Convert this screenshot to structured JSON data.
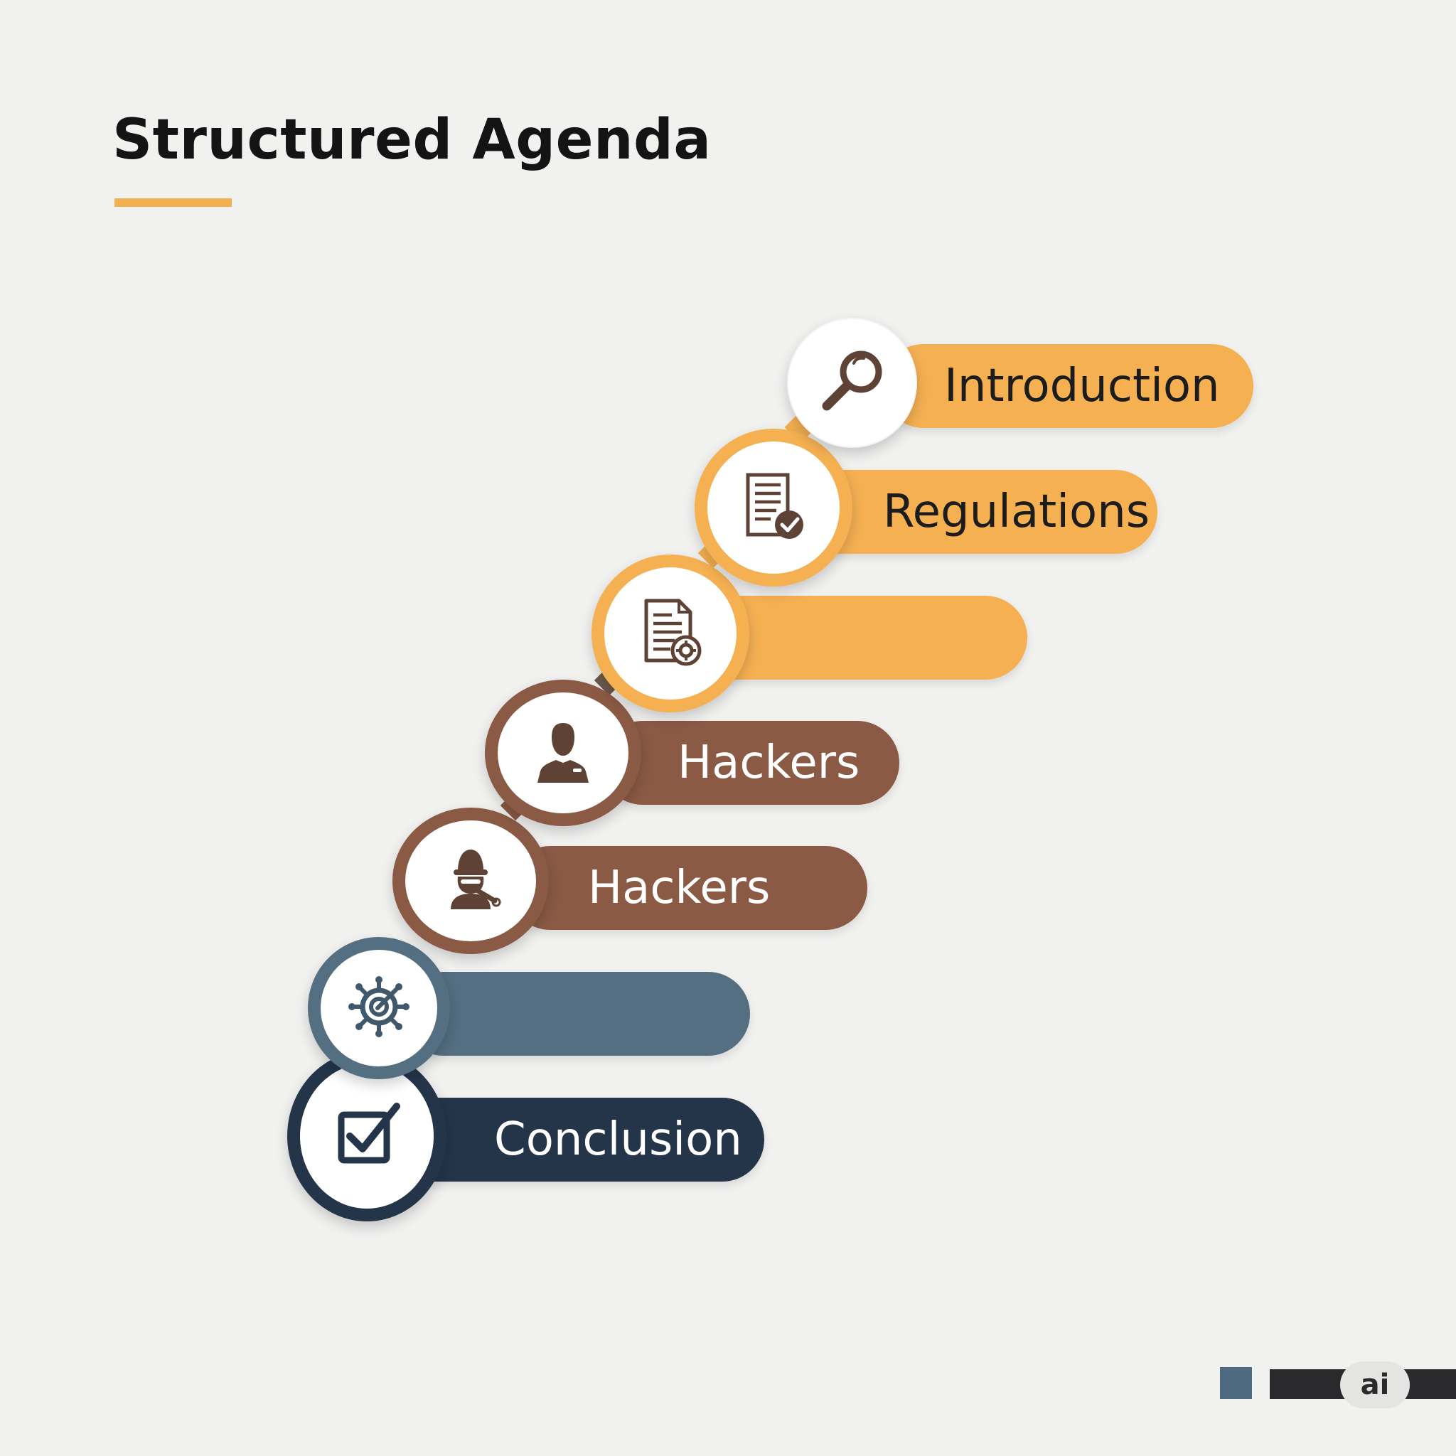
{
  "title": "Structured Agenda",
  "colors": {
    "orange": "#f5b052",
    "brown": "#8a5a45",
    "slate": "#546f82",
    "navy": "#24354a",
    "icon_brown": "#5e4236"
  },
  "agenda": {
    "items": [
      {
        "label": "Introduction",
        "icon": "magnifier-icon"
      },
      {
        "label": "Regulations",
        "icon": "document-check-icon"
      },
      {
        "label": "",
        "icon": "document-gear-icon"
      },
      {
        "label": "Hackers",
        "icon": "person-silhouette-icon"
      },
      {
        "label": "Hackers",
        "icon": "masked-hacker-icon"
      },
      {
        "label": "",
        "icon": "virus-target-icon"
      },
      {
        "label": "Conclusion",
        "icon": "checkbox-check-icon"
      }
    ]
  },
  "footer": {
    "logo_text": "ai"
  }
}
